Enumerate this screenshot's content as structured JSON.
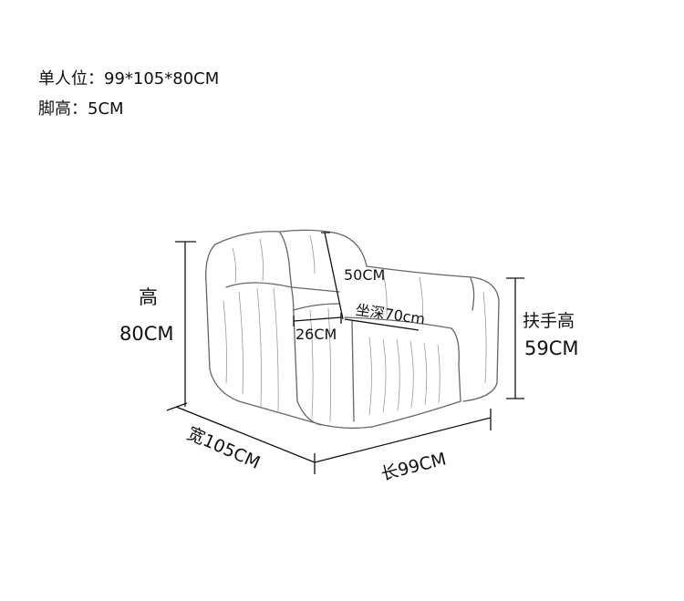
{
  "specs": {
    "single_seat": "单人位：99*105*80CM",
    "leg_height": "脚高：5CM"
  },
  "dimensions": {
    "height_label": "高",
    "height_value": "80CM",
    "back_height": "50CM",
    "seat_depth": "坐深70cm",
    "arm_width": "26CM",
    "armrest_height_label": "扶手高",
    "armrest_height_value": "59CM",
    "width": "宽105CM",
    "length": "长99CM"
  },
  "colors": {
    "line": "#111111",
    "sketch": "#555555"
  }
}
